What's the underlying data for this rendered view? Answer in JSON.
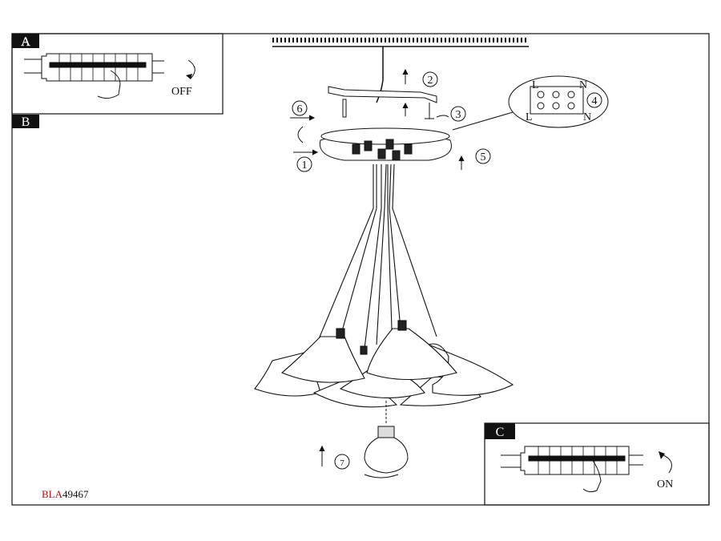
{
  "panels": {
    "a": {
      "label": "A",
      "action": "OFF"
    },
    "b": {
      "label": "B"
    },
    "c": {
      "label": "C",
      "action": "ON"
    }
  },
  "steps": [
    "1",
    "2",
    "3",
    "4",
    "5",
    "6",
    "7"
  ],
  "terminal": {
    "top_left": "L",
    "top_right": "N",
    "bottom_left": "L",
    "bottom_right": "N"
  },
  "product_code": {
    "prefix": "BLA",
    "number": "49467"
  },
  "colors": {
    "line": "#111111",
    "code_prefix": "#b01010"
  }
}
